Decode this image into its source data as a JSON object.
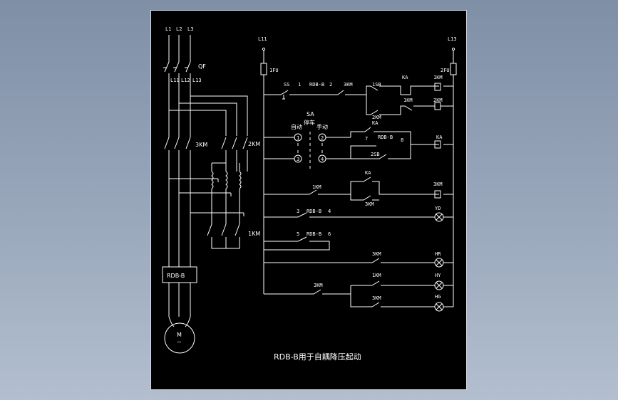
{
  "drawing": {
    "title": "RDB-B用于自耦降压起动",
    "power": {
      "phases": [
        "L1",
        "L2",
        "L3"
      ],
      "breaker": "QF",
      "load_phases": [
        "L11",
        "L12",
        "L13"
      ],
      "contactor_run": "3KM",
      "contactor_start": "2KM",
      "contactor_star": "1KM",
      "soft_device": "RDB-B",
      "motor": "M",
      "motor_sub": "~"
    },
    "control": {
      "left_supply": "L11",
      "right_supply": "L13",
      "fuse_left": "1FU",
      "fuse_right": "2FU",
      "ss": "SS",
      "rdb_n1": "RDB-B",
      "n1": "1",
      "n2": "2",
      "km3_a": "3KM",
      "sb1": "1SB",
      "ka_a": "KA",
      "km1_a": "1KM",
      "km2_a": "2KM",
      "coil_1km": "1KM",
      "coil_2km": "2KM",
      "sa": "SA",
      "sa_stop": "停车",
      "sa_auto": "自动",
      "sa_manual": "手动",
      "sa_p1": "1",
      "sa_p2": "2",
      "sa_p3": "3",
      "sa_p4": "4",
      "ka_b": "KA",
      "rdb_n7": "RDB-B",
      "n7": "7",
      "n8": "8",
      "sb2": "2SB",
      "coil_ka": "KA",
      "ka_c": "KA",
      "km1_b": "1KM",
      "km3_b": "3KM",
      "coil_3km": "3KM",
      "r5_n3": "3",
      "r5_dev": "RDB-B",
      "r5_n4": "4",
      "lamp_yd": "YD",
      "r6_n5": "5",
      "r6_dev": "RDB-B",
      "r6_n6": "6",
      "km3_c": "3KM",
      "lamp_hr": "HR",
      "km1_c": "1KM",
      "lamp_hy": "HY",
      "km3_d": "3KM",
      "km3_e": "3KM",
      "lamp_hg": "HG"
    }
  }
}
